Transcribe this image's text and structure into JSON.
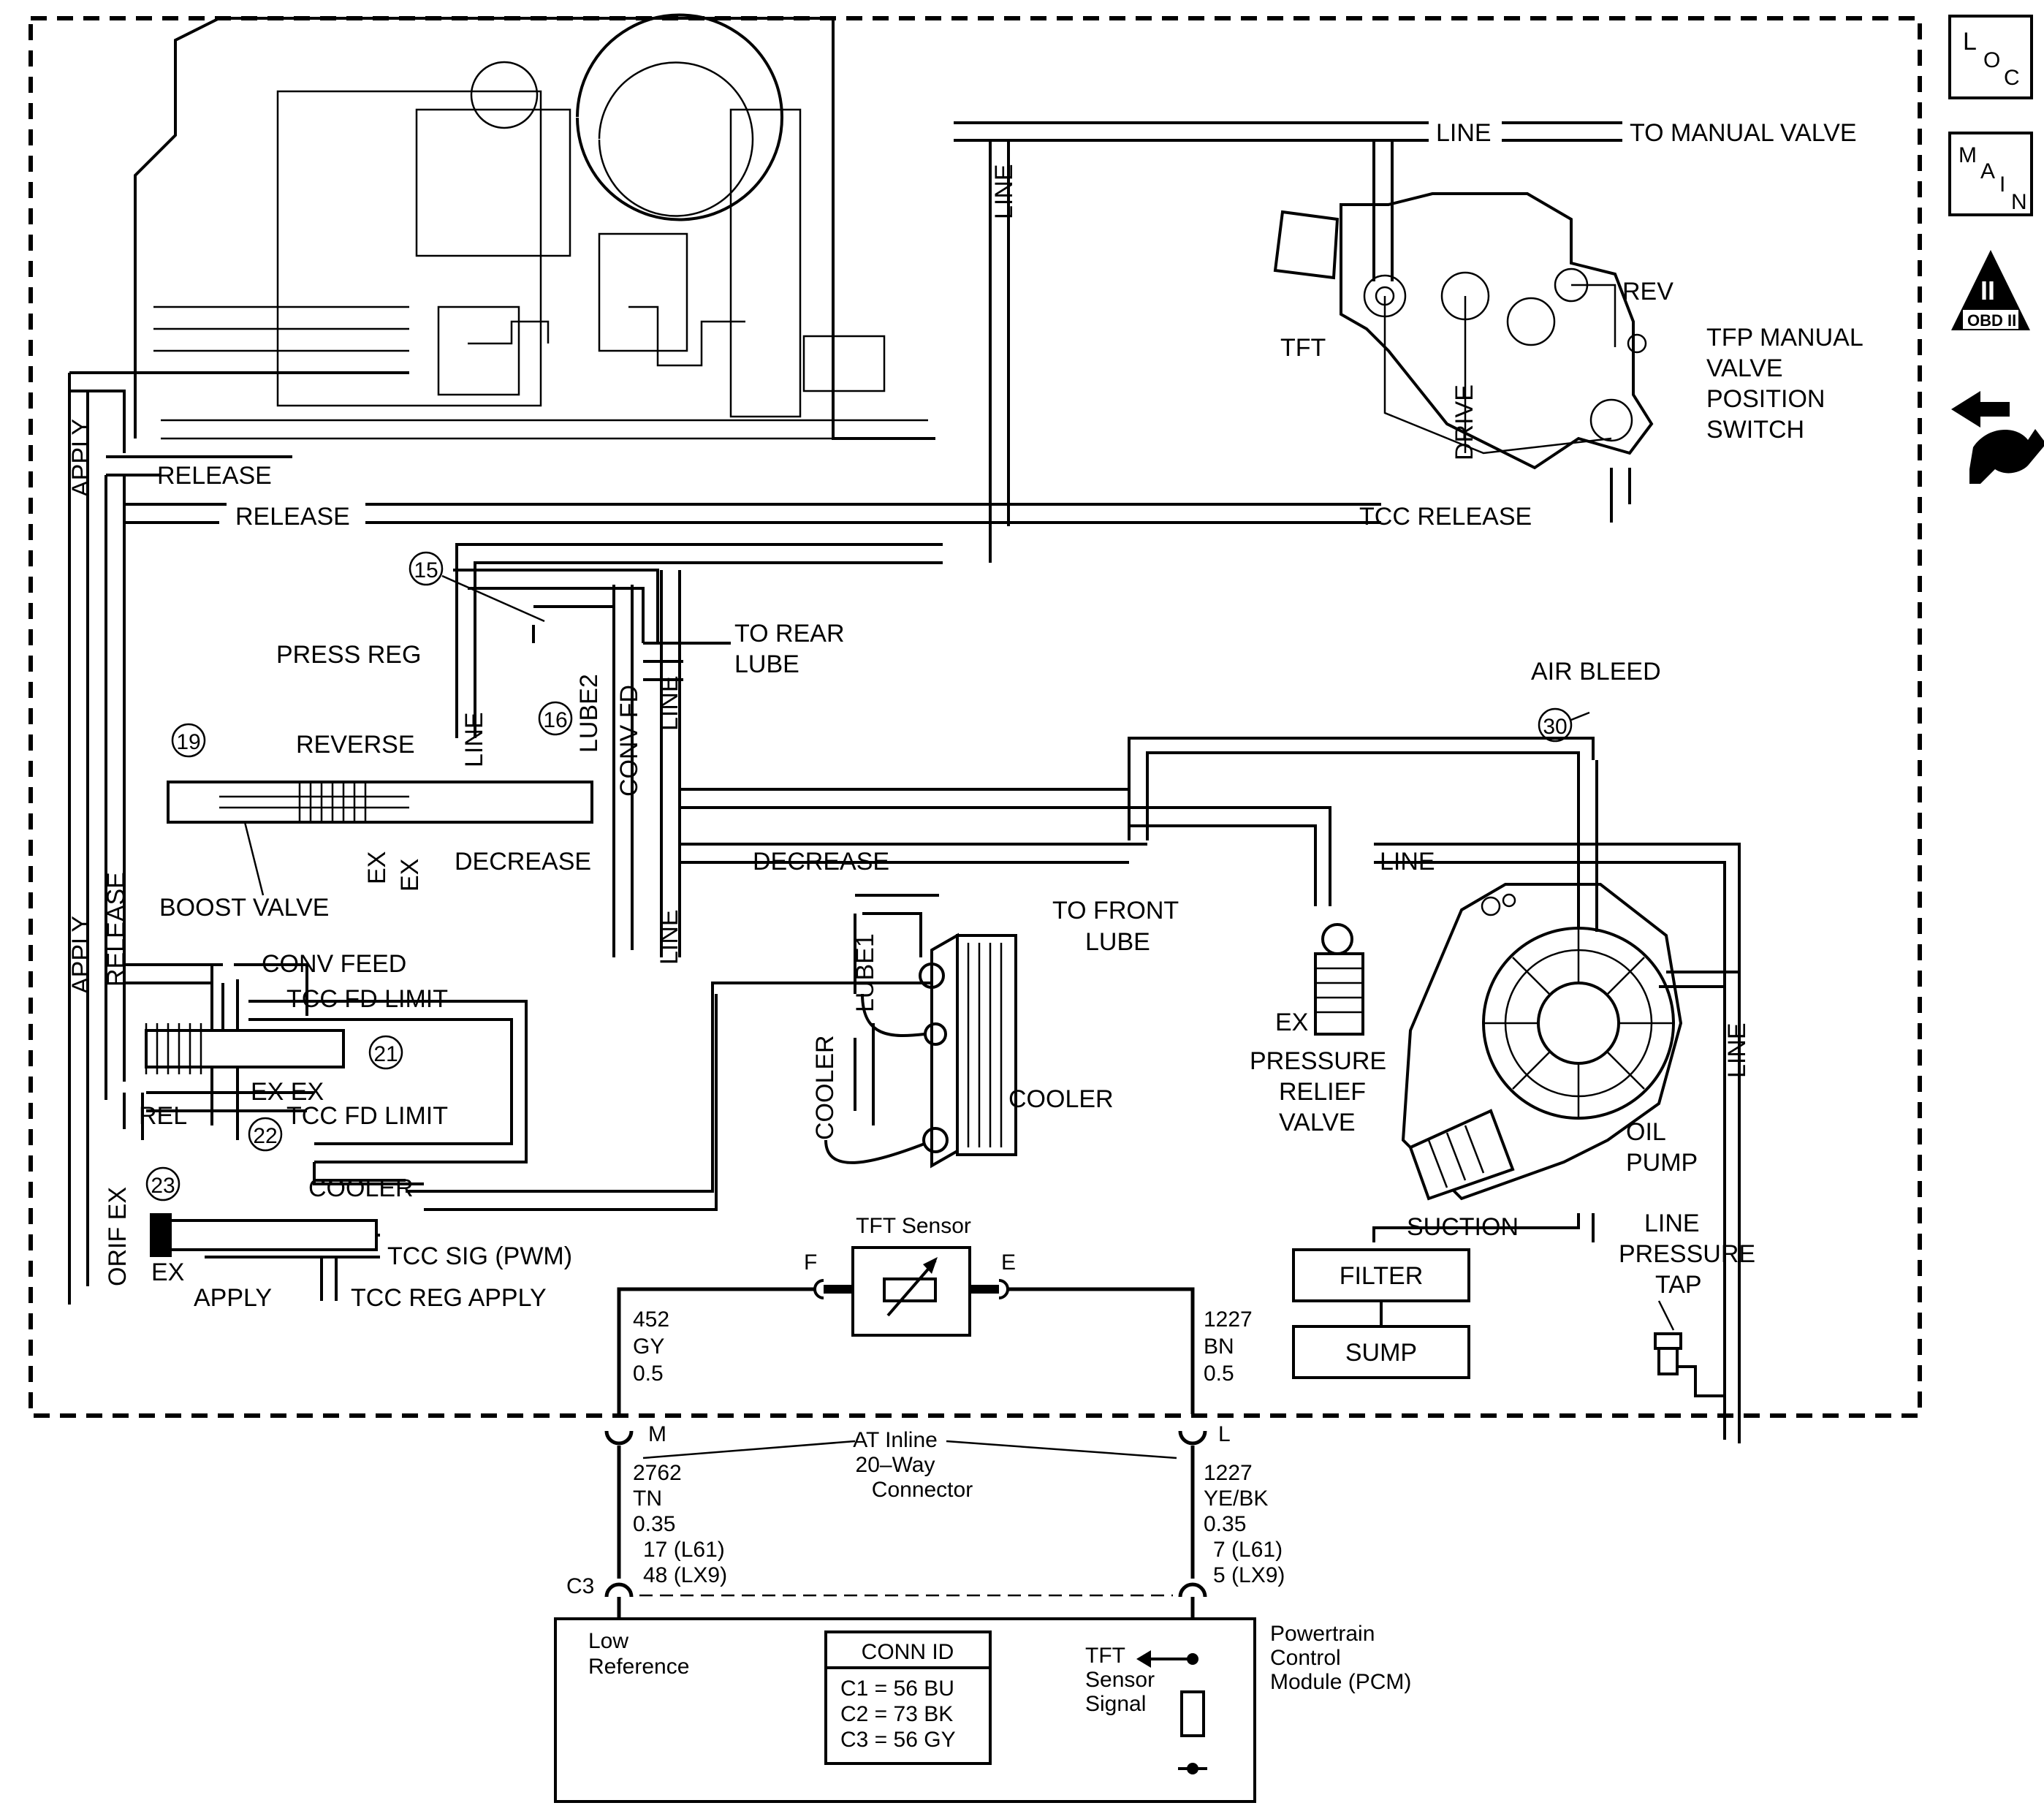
{
  "sidebar_icons": [
    {
      "name": "loc-icon",
      "text": "LOC"
    },
    {
      "name": "main-icon",
      "text": "MAIN"
    },
    {
      "name": "obd-icon",
      "text": "OBD II"
    },
    {
      "name": "wrench-arrow-icon",
      "text": ""
    }
  ],
  "labels": {
    "line_top": "LINE",
    "to_manual_valve": "TO MANUAL VALVE",
    "line_vert": "LINE",
    "rev": "REV",
    "tft": "TFT",
    "drive": "DRIVE",
    "tfp_l1": "TFP MANUAL",
    "tfp_l2": "VALVE",
    "tfp_l3": "POSITION",
    "tfp_l4": "SWITCH",
    "release_1": "RELEASE",
    "release_2": "RELEASE",
    "tcc_release": "TCC RELEASE",
    "apply_top": "APPLY",
    "to_rear_l1": "TO REAR",
    "to_rear_l2": "LUBE",
    "press_reg": "PRESS REG",
    "line_a": "LINE",
    "lube2": "LUBE2",
    "conv_fd": "CONV FD",
    "line_b": "LINE",
    "reverse": "REVERSE",
    "air_bleed": "AIR BLEED",
    "ex_1": "EX",
    "ex_2": "EX",
    "decrease_1": "DECREASE",
    "decrease_2": "DECREASE",
    "line_c": "LINE",
    "boost_valve": "BOOST VALVE",
    "release_v": "RELEASE",
    "apply_v": "APPLY",
    "to_front_l1": "TO FRONT",
    "to_front_l2": "LUBE",
    "lube1": "LUBE1",
    "line_d": "LINE",
    "conv_feed": "CONV FEED",
    "tcc_fd_limit_1": "TCC FD LIMIT",
    "ex_ex": "EX EX",
    "rel": "REL",
    "tcc_fd_limit_2": "TCC FD LIMIT",
    "cooler_v": "COOLER",
    "cooler": "COOLER",
    "ex_prv": "EX",
    "prv_l1": "PRESSURE",
    "prv_l2": "RELIEF",
    "prv_l3": "VALVE",
    "line_e": "LINE",
    "oil_pump_l1": "OIL",
    "oil_pump_l2": "PUMP",
    "cooler_h": "COOLER",
    "orif_ex": "ORIF EX",
    "ex_3": "EX",
    "tcc_sig": "TCC SIG (PWM)",
    "apply_bottom": "APPLY",
    "tcc_reg_apply": "TCC REG APPLY",
    "suction": "SUCTION",
    "filter": "FILTER",
    "sump": "SUMP",
    "lpt_l1": "LINE",
    "lpt_l2": "PRESSURE",
    "lpt_l3": "TAP"
  },
  "callouts": [
    "15",
    "16",
    "19",
    "21",
    "22",
    "23",
    "30"
  ],
  "sensor": {
    "title": "TFT Sensor",
    "pin_f": "F",
    "pin_e": "E"
  },
  "wires": {
    "left_top": [
      "452",
      "GY",
      "0.5"
    ],
    "right_top": [
      "1227",
      "BN",
      "0.5"
    ],
    "left_bottom": [
      "2762",
      "TN",
      "0.35",
      "17 (L61)",
      "48 (LX9)"
    ],
    "right_bottom": [
      "1227",
      "YE/BK",
      "0.35",
      "7 (L61)",
      "5 (LX9)"
    ]
  },
  "connector": {
    "pin_m": "M",
    "pin_l": "L",
    "name_l1": "AT Inline",
    "name_l2": "20–Way",
    "name_l3": "Connector",
    "c3": "C3"
  },
  "pcm": {
    "low_ref_l1": "Low",
    "low_ref_l2": "Reference",
    "conn_id_title": "CONN ID",
    "conn_ids": [
      "C1 = 56 BU",
      "C2 = 73 BK",
      "C3 = 56 GY"
    ],
    "sig_l1": "TFT",
    "sig_l2": "Sensor",
    "sig_l3": "Signal",
    "name_l1": "Powertrain",
    "name_l2": "Control",
    "name_l3": "Module (PCM)"
  }
}
